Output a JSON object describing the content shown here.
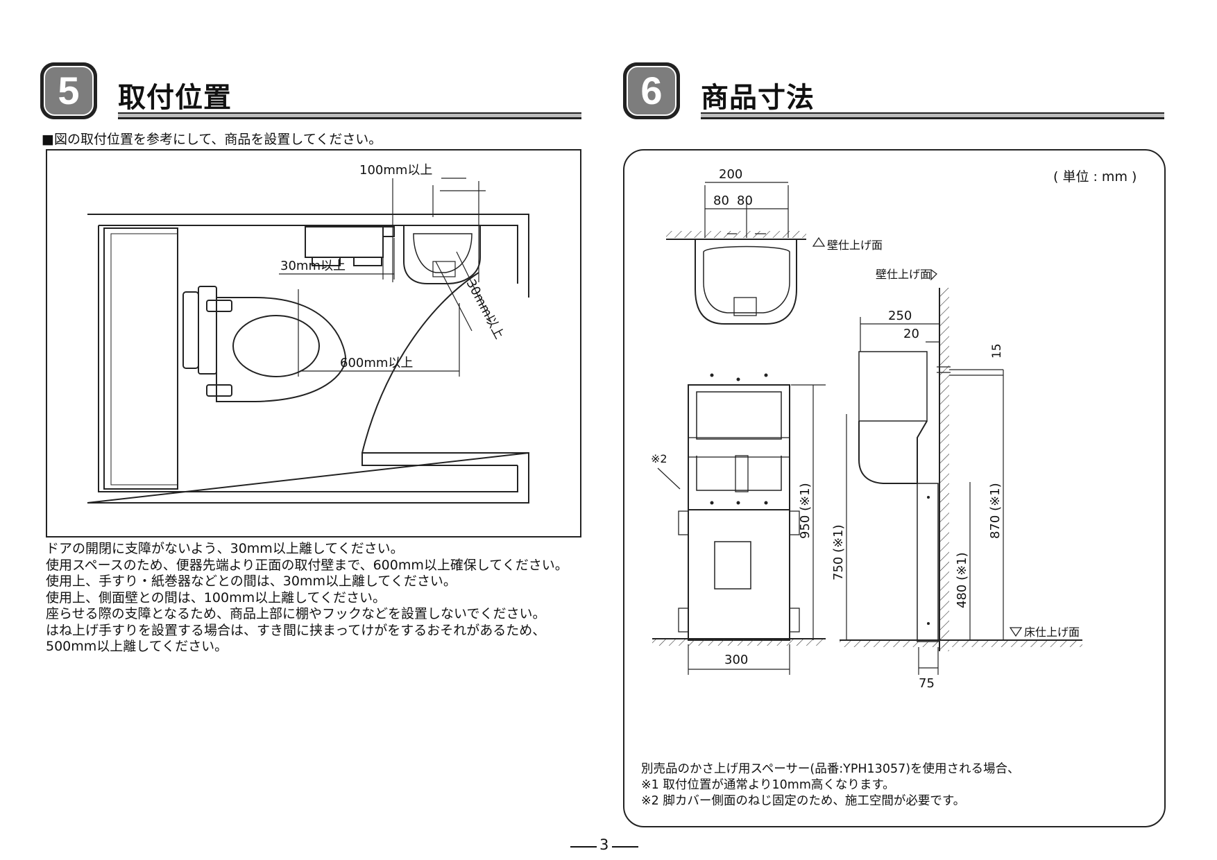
{
  "section5": {
    "number": "5",
    "title": "取付位置",
    "instruction": "■図の取付位置を参考にして、商品を設置してください。",
    "diagram_labels": {
      "side_wall_clearance": "100mm以上",
      "paper_holder_clearance": "30mm以上",
      "door_clearance": "30mm以上",
      "front_clearance": "600mm以上"
    },
    "notes": [
      "ドアの開閉に支障がないよう、30mm以上離してください。",
      "使用スペースのため、便器先端より正面の取付壁まで、600mm以上確保してください。",
      "使用上、手すり・紙巻器などとの間は、30mm以上離してください。",
      "使用上、側面壁との間は、100mm以上離してください。",
      "座らせる際の支障となるため、商品上部に棚やフックなどを設置しないでください。",
      "はね上げ手すりを設置する場合は、すき間に挟まってけがをするおそれがあるため、",
      "500mm以上離してください。"
    ]
  },
  "section6": {
    "number": "6",
    "title": "商品寸法",
    "unit": "( 単位 : mm )",
    "dimensions": {
      "top_width": "200",
      "top_left_half": "80",
      "top_right_half": "80",
      "side_depth": "250",
      "side_offset": "20",
      "bracket_height": "15",
      "front_height": "950 (※1)",
      "seat_height": "750 (※1)",
      "lower_height": "480 (※1)",
      "wall_height": "870 (※1)",
      "front_width": "300",
      "leg_depth": "75"
    },
    "labels": {
      "wall_finish_top": "壁仕上げ面",
      "wall_finish_side": "壁仕上げ面",
      "floor_finish": "床仕上げ面",
      "note_mark": "※2"
    },
    "notes": [
      "別売品のかさ上げ用スペーサー(品番:YPH13057)を使用される場合、",
      "※1 取付位置が通常より10mm高くなります。",
      "※2 脚カバー側面のねじ固定のため、施工空間が必要です。"
    ]
  },
  "page_number": "3"
}
